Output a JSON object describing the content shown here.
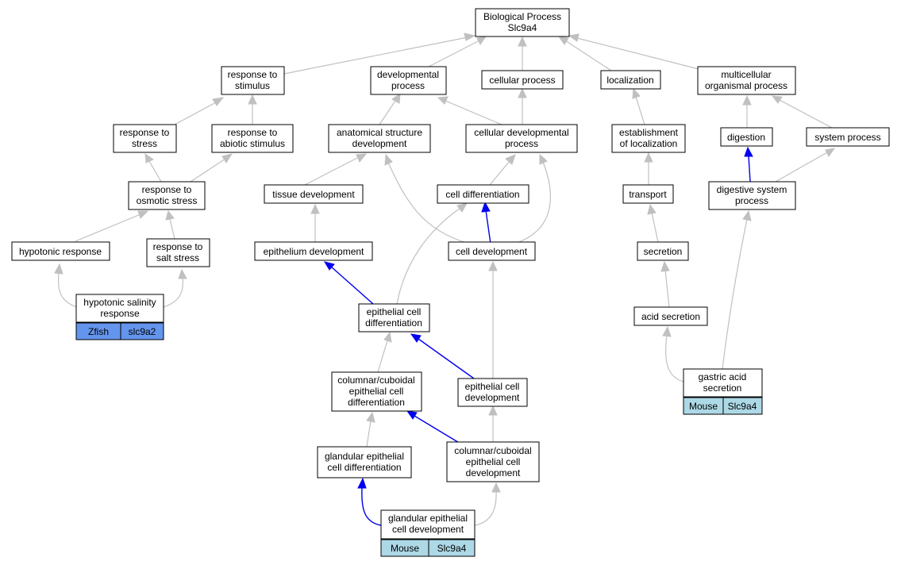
{
  "colors": {
    "node_border": "#000000",
    "edge_gray": "#c0c0c0",
    "edge_blue": "#0000ee",
    "zfish_fill": "#6495ed",
    "mouse_fill": "#add8e6"
  },
  "nodes": {
    "bp": [
      "Biological Process",
      "Slc9a4"
    ],
    "response_to_stimulus": [
      "response to",
      "stimulus"
    ],
    "developmental_process": [
      "developmental",
      "process"
    ],
    "cellular_process": [
      "cellular process"
    ],
    "localization": [
      "localization"
    ],
    "multicellular_organismal_process": [
      "multicellular",
      "organismal process"
    ],
    "response_to_stress": [
      "response to",
      "stress"
    ],
    "response_to_abiotic_stimulus": [
      "response to",
      "abiotic stimulus"
    ],
    "anatomical_structure_development": [
      "anatomical structure",
      "development"
    ],
    "cellular_developmental_process": [
      "cellular developmental",
      "process"
    ],
    "establishment_of_localization": [
      "establishment",
      "of localization"
    ],
    "digestion": [
      "digestion"
    ],
    "system_process": [
      "system process"
    ],
    "response_to_osmotic_stress": [
      "response to",
      "osmotic stress"
    ],
    "tissue_development": [
      "tissue development"
    ],
    "cell_differentiation": [
      "cell differentiation"
    ],
    "transport": [
      "transport"
    ],
    "digestive_system_process": [
      "digestive system",
      "process"
    ],
    "hypotonic_response": [
      "hypotonic response"
    ],
    "response_to_salt_stress": [
      "response to",
      "salt stress"
    ],
    "epithelium_development": [
      "epithelium development"
    ],
    "cell_development": [
      "cell development"
    ],
    "secretion": [
      "secretion"
    ],
    "hypotonic_salinity_response": [
      "hypotonic salinity",
      "response"
    ],
    "epithelial_cell_differentiation": [
      "epithelial cell",
      "differentiation"
    ],
    "acid_secretion": [
      "acid secretion"
    ],
    "columnar_cuboidal_epithelial_cell_differentiation": [
      "columnar/cuboidal",
      "epithelial cell",
      "differentiation"
    ],
    "epithelial_cell_development": [
      "epithelial cell",
      "development"
    ],
    "gastric_acid_secretion": [
      "gastric acid",
      "secretion"
    ],
    "glandular_epithelial_cell_differentiation": [
      "glandular epithelial",
      "cell differentiation"
    ],
    "columnar_cuboidal_epithelial_cell_development": [
      "columnar/cuboidal",
      "epithelial cell",
      "development"
    ],
    "glandular_epithelial_cell_development": [
      "glandular epithelial",
      "cell development"
    ]
  },
  "annotations": {
    "hypotonic_salinity_response": [
      "Zfish",
      "slc9a2"
    ],
    "gastric_acid_secretion": [
      "Mouse",
      "Slc9a4"
    ],
    "glandular_epithelial_cell_development": [
      "Mouse",
      "Slc9a4"
    ]
  }
}
